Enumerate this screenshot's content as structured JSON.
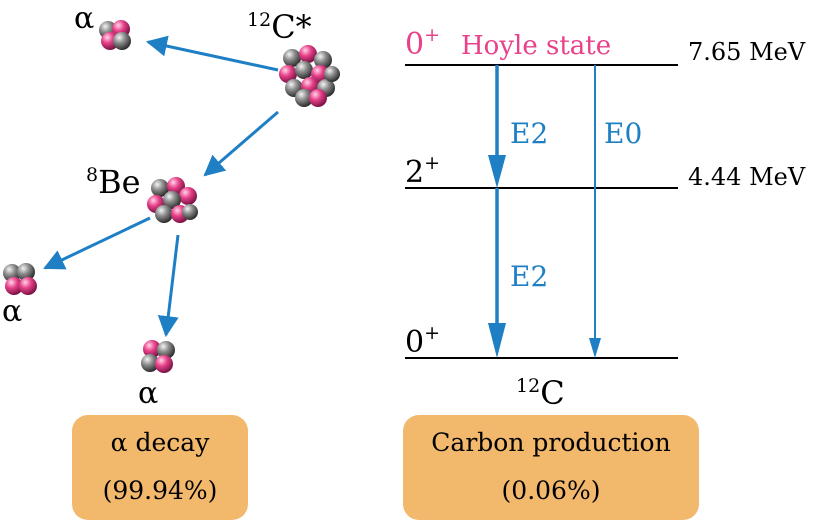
{
  "decay_diagram": {
    "carbon_star": {
      "sup": "12",
      "base": "C*"
    },
    "beryllium": {
      "sup": "8",
      "base": "Be"
    },
    "alpha_labels": [
      "α",
      "α",
      "α"
    ]
  },
  "level_diagram": {
    "levels": [
      {
        "spin": "0",
        "parity": "+",
        "name": "Hoyle state",
        "energy": "7.65 MeV"
      },
      {
        "spin": "2",
        "parity": "+",
        "energy": "4.44 MeV"
      },
      {
        "spin": "0",
        "parity": "+",
        "energy": ""
      }
    ],
    "transitions": [
      "E2",
      "E0",
      "E2"
    ],
    "ground_nucleus": {
      "sup": "12",
      "base": "C"
    }
  },
  "boxes": {
    "alpha": {
      "line1": "α decay",
      "line2": "(99.94%)"
    },
    "carbon": {
      "line1": "Carbon production",
      "line2": "(0.06%)"
    }
  },
  "colors": {
    "pink": "#e8418a",
    "blue": "#1f7fc5",
    "box": "#f2b86c",
    "grey": "#8c8c8c"
  }
}
